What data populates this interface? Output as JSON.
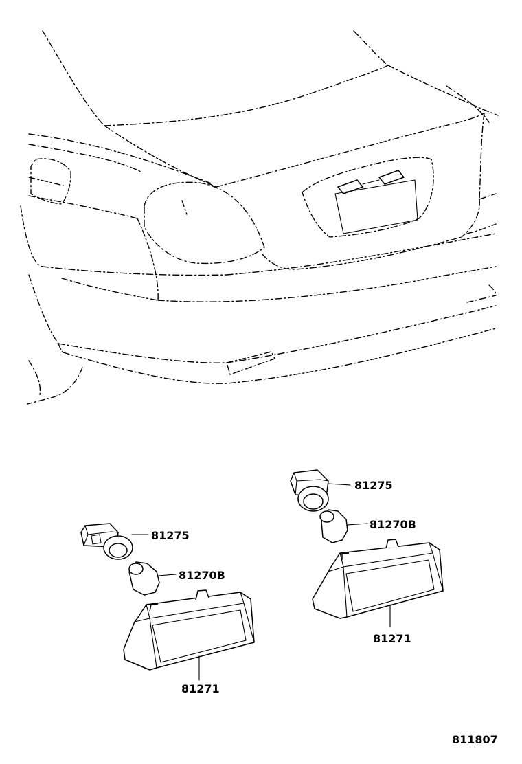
{
  "diagram": {
    "drawing_number": "811807",
    "callouts": {
      "left_socket": "81275",
      "left_bulb": "81270B",
      "left_lamp": "81271",
      "right_socket": "81275",
      "right_bulb": "81270B",
      "right_lamp": "81271"
    }
  },
  "icons": {
    "vehicle": "sedan-rear-outline-icon",
    "socket": "bulb-socket-icon",
    "bulb": "wedge-bulb-icon",
    "lamp": "license-plate-lamp-icon"
  }
}
